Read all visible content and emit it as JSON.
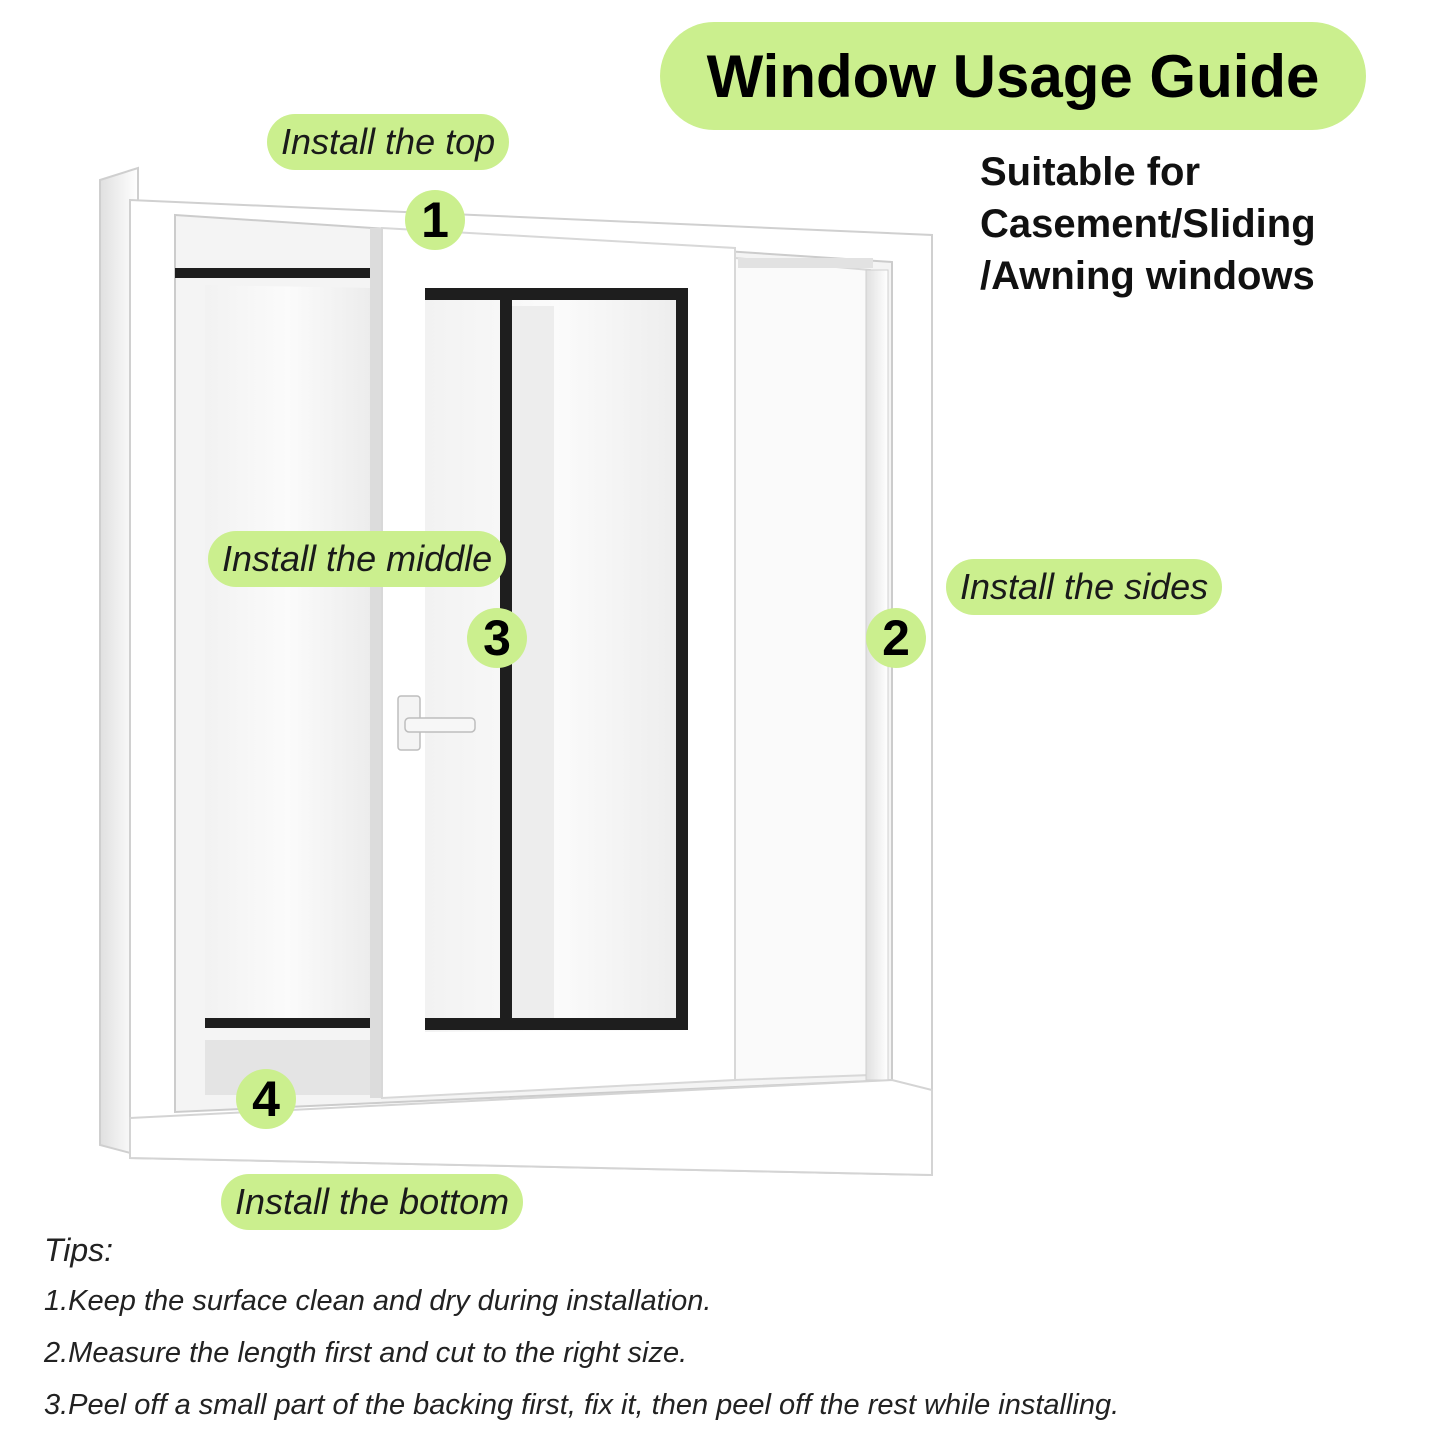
{
  "title": "Window Usage Guide",
  "subtitle": {
    "lines": [
      "Suitable for",
      "Casement/Sliding",
      "/Awning windows"
    ]
  },
  "steps": [
    {
      "number": "1",
      "label": "Install the top"
    },
    {
      "number": "2",
      "label": "Install the sides"
    },
    {
      "number": "3",
      "label": "Install the middle"
    },
    {
      "number": "4",
      "label": "Install the bottom"
    }
  ],
  "tips": {
    "heading": "Tips:",
    "items": [
      "1.Keep the surface clean and dry during installation.",
      "2.Measure the length first and cut to the right size.",
      "3.Peel off a small part of the backing first, fix it, then peel off the rest while installing."
    ]
  },
  "colors": {
    "accent": "#cbef8e",
    "frame": "#ffffff",
    "frame_shadow": "#d6d6d6",
    "seal": "#1e1e1e"
  },
  "icons": [
    "window-frame-illustration",
    "window-handle-icon"
  ]
}
